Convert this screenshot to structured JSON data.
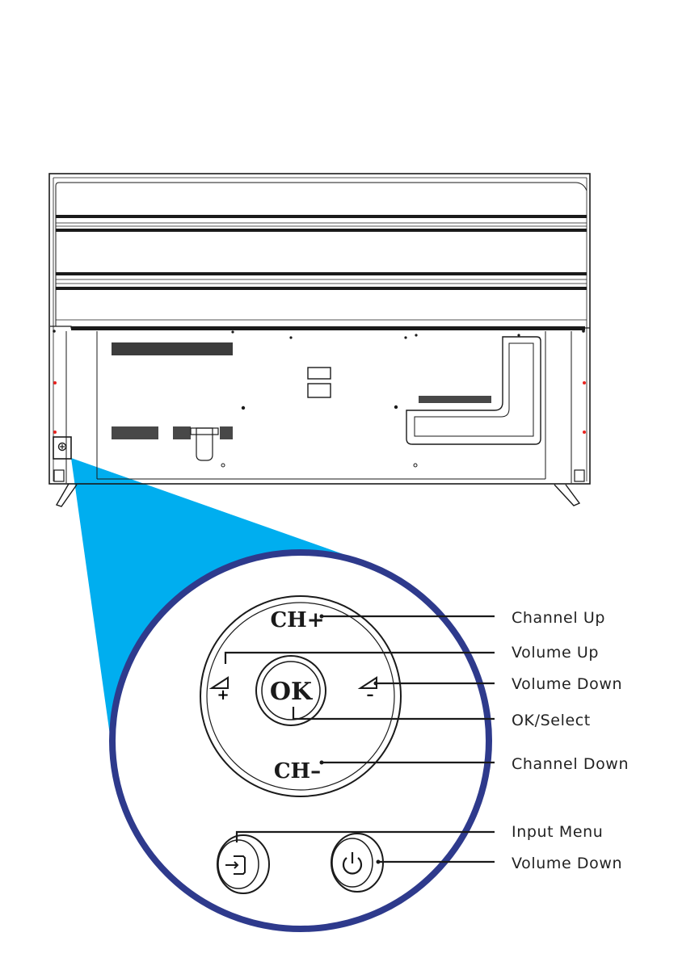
{
  "colors": {
    "zoom_beam": "#00AEEF",
    "zoom_ring": "#2E3A8C",
    "line": "#1a1a1a",
    "screw_red": "#E8231F"
  },
  "buttons": {
    "ch_up_text": "CH+",
    "ok_text": "OK",
    "ch_down_text": "CH–",
    "vol_up_symbol": "+",
    "vol_down_symbol": "–"
  },
  "callouts": [
    {
      "id": "channel-up",
      "label": "Channel Up"
    },
    {
      "id": "volume-up",
      "label": "Volume Up"
    },
    {
      "id": "volume-down",
      "label": "Volume Down"
    },
    {
      "id": "ok-select",
      "label": "OK/Select"
    },
    {
      "id": "channel-down",
      "label": "Channel Down"
    },
    {
      "id": "input-menu",
      "label": "Input Menu"
    },
    {
      "id": "power",
      "label": "Volume Down"
    }
  ],
  "icons": {
    "input": "input-icon",
    "power": "power-icon"
  }
}
